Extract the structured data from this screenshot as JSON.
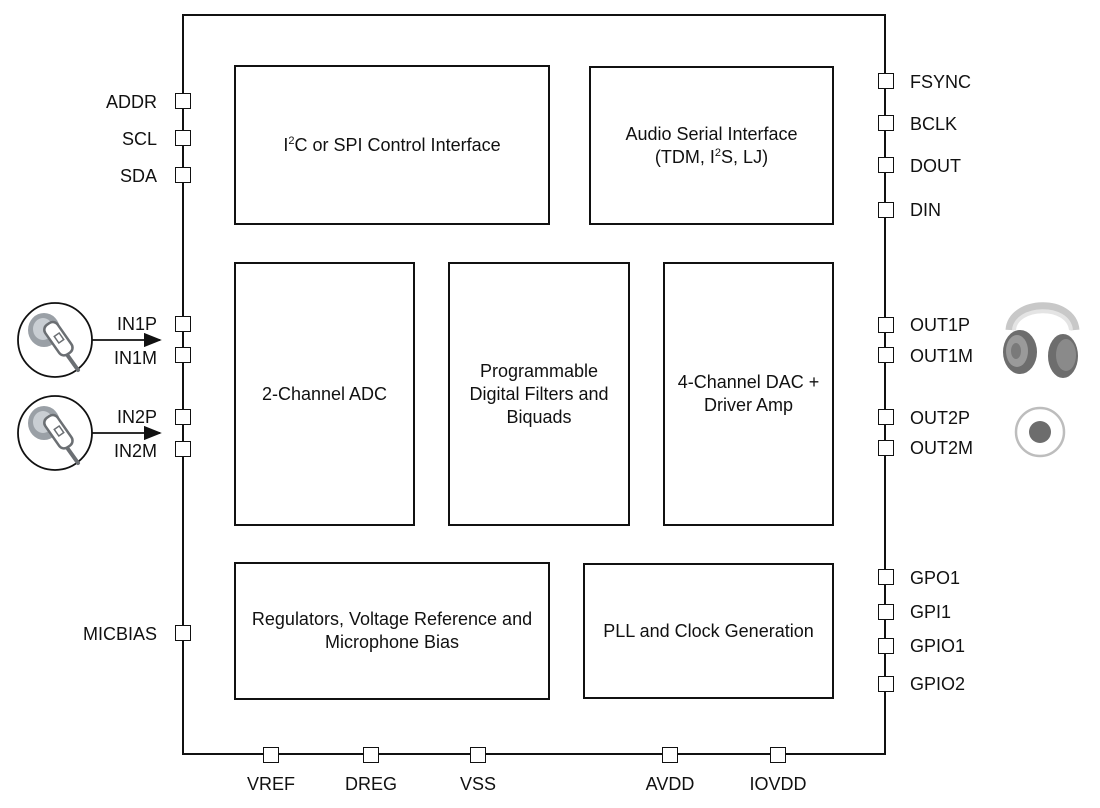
{
  "blocks": {
    "control_if": {
      "prefix": "I",
      "sup": "2",
      "suffix": "C or SPI Control Interface"
    },
    "audio_serial": {
      "line1": "Audio Serial Interface",
      "line2_prefix": "(TDM, I",
      "line2_sup": "2",
      "line2_suffix": "S, LJ)"
    },
    "adc": {
      "label": "2-Channel ADC"
    },
    "filters": {
      "line1": "Programmable",
      "line2": "Digital Filters and",
      "line3": "Biquads"
    },
    "dac": {
      "line1": "4-Channel DAC +",
      "line2": "Driver Amp"
    },
    "regulators": {
      "line1": "Regulators, Voltage Reference and",
      "line2": "Microphone Bias"
    },
    "pll": {
      "label": "PLL and Clock Generation"
    }
  },
  "pins": {
    "left": [
      "ADDR",
      "SCL",
      "SDA",
      "IN1P",
      "IN1M",
      "IN2P",
      "IN2M",
      "MICBIAS"
    ],
    "right": [
      "FSYNC",
      "BCLK",
      "DOUT",
      "DIN",
      "OUT1P",
      "OUT1M",
      "OUT2P",
      "OUT2M",
      "GPO1",
      "GPI1",
      "GPIO1",
      "GPIO2"
    ],
    "bottom": [
      "VREF",
      "DREG",
      "VSS",
      "AVDD",
      "IOVDD"
    ]
  },
  "icons": {
    "mic1": "microphone-icon",
    "mic2": "microphone-icon",
    "headphones": "headphones-icon",
    "speaker": "speaker-icon"
  }
}
